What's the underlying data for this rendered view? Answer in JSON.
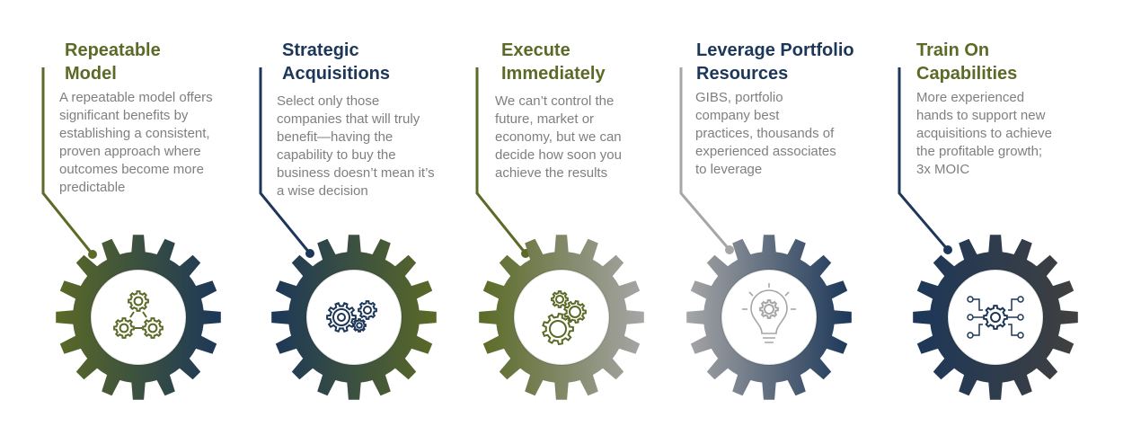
{
  "colors": {
    "green": "#5b6a26",
    "navy": "#1c3759",
    "gray": "#a6a6a6",
    "dark": "#404040",
    "text": "#7f7f7f"
  },
  "items": [
    {
      "title": [
        "Repeatable",
        "Model"
      ],
      "body": [
        "A repeatable model offers",
        "significant benefits by",
        "establishing a consistent,",
        "proven approach where",
        "outcomes become more",
        "predictable"
      ],
      "icon": "connected-gears-icon"
    },
    {
      "title": [
        "Strategic",
        "Acquisitions"
      ],
      "body": [
        "Select only those",
        "companies that will truly",
        "benefit—having the",
        "capability to buy the",
        "business doesn’t mean it’s",
        "a wise decision"
      ],
      "icon": "gears-cluster-icon"
    },
    {
      "title": [
        "Execute",
        "Immediately"
      ],
      "body": [
        "We can’t control the",
        "future, market or",
        "economy, but we can",
        "decide how soon you",
        "achieve the results"
      ],
      "icon": "rotating-gears-icon"
    },
    {
      "title": [
        "Leverage Portfolio",
        "Resources"
      ],
      "body": [
        "GIBS, portfolio",
        "company best",
        "practices, thousands of",
        "experienced associates",
        "to leverage"
      ],
      "icon": "lightbulb-gear-icon"
    },
    {
      "title": [
        "Train On",
        "Capabilities"
      ],
      "body": [
        "More experienced",
        "hands to support new",
        "acquisitions to achieve",
        "the profitable growth;",
        "3x MOIC"
      ],
      "icon": "circuit-gear-icon"
    }
  ]
}
